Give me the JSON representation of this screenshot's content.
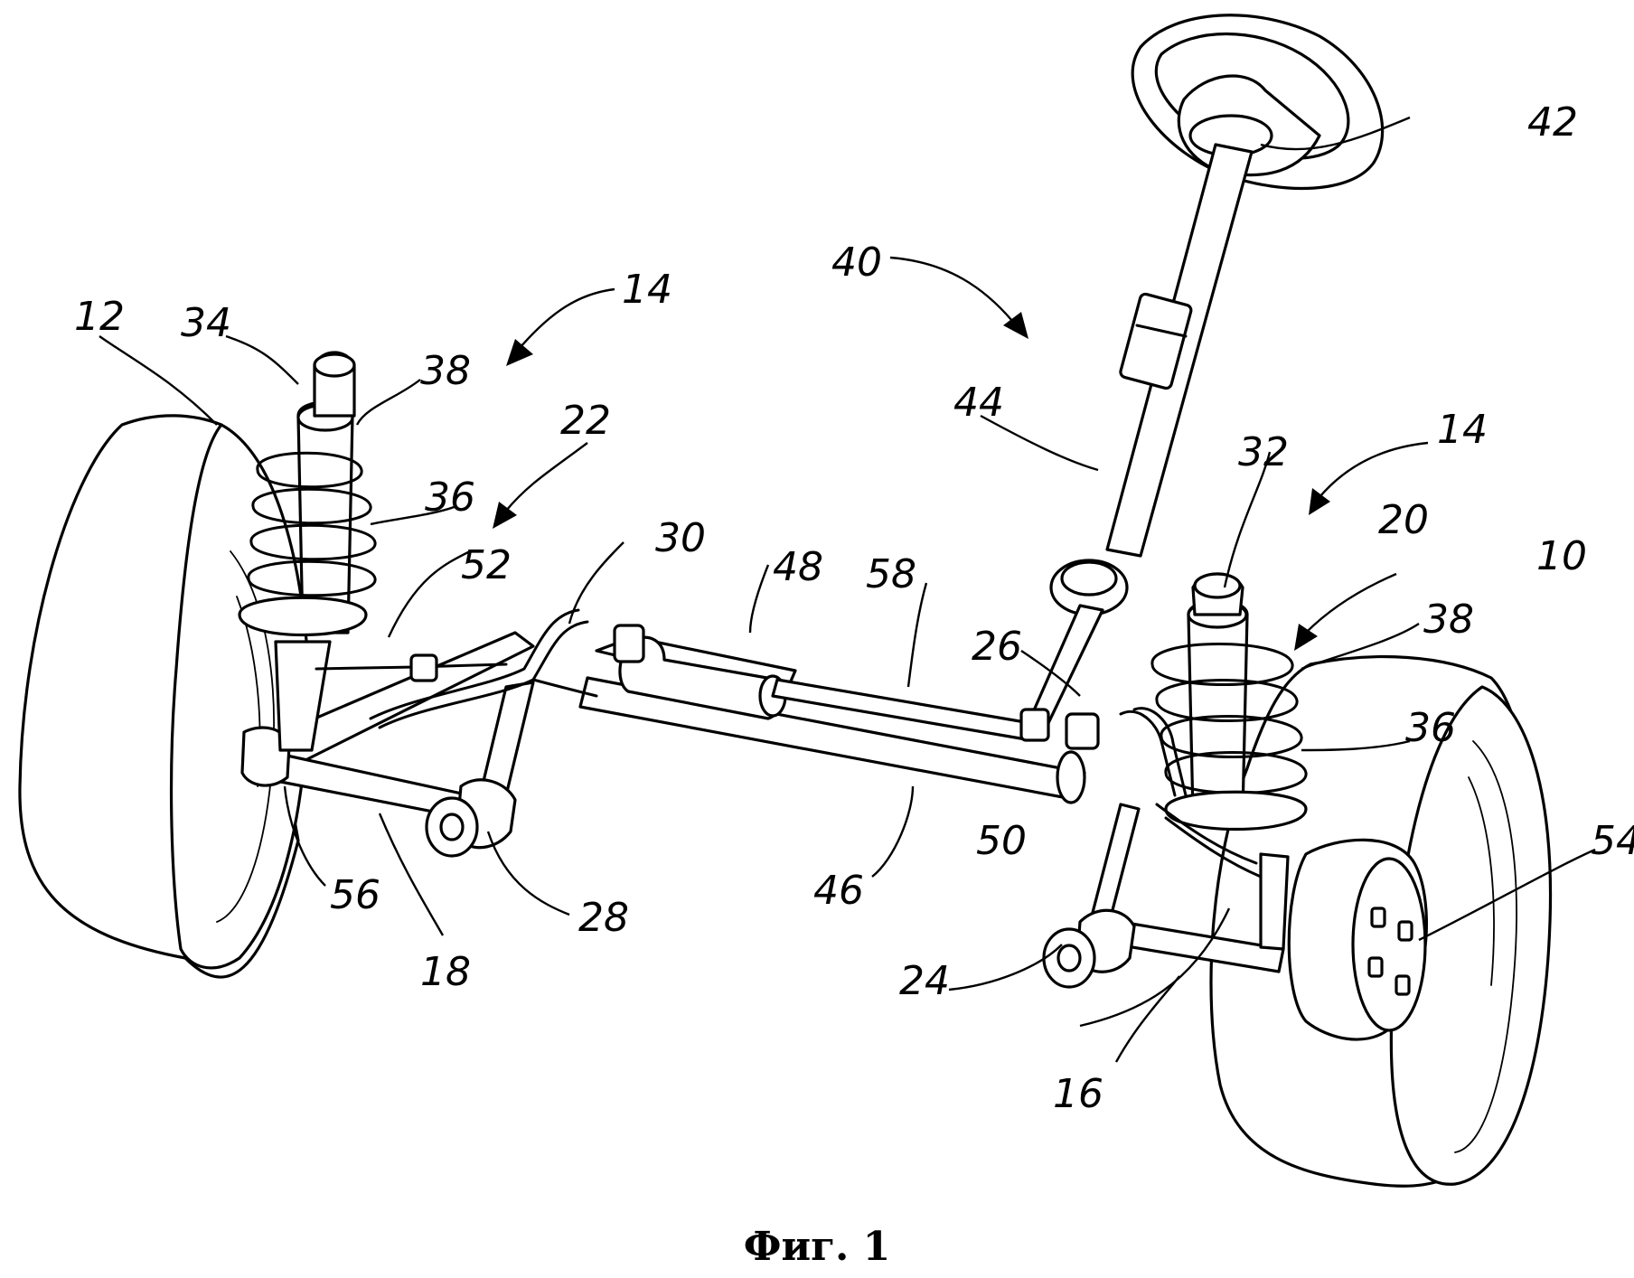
{
  "caption": "Фиг. 1",
  "reference_numerals": {
    "n10": "10",
    "n12": "12",
    "n14a": "14",
    "n14b": "14",
    "n16": "16",
    "n18": "18",
    "n20": "20",
    "n22": "22",
    "n24": "24",
    "n26": "26",
    "n28": "28",
    "n30": "30",
    "n32": "32",
    "n34": "34",
    "n36a": "36",
    "n36b": "36",
    "n38a": "38",
    "n38b": "38",
    "n40": "40",
    "n42": "42",
    "n44": "44",
    "n46": "46",
    "n48": "48",
    "n50": "50",
    "n52": "52",
    "n54": "54",
    "n56": "56",
    "n58": "58"
  }
}
